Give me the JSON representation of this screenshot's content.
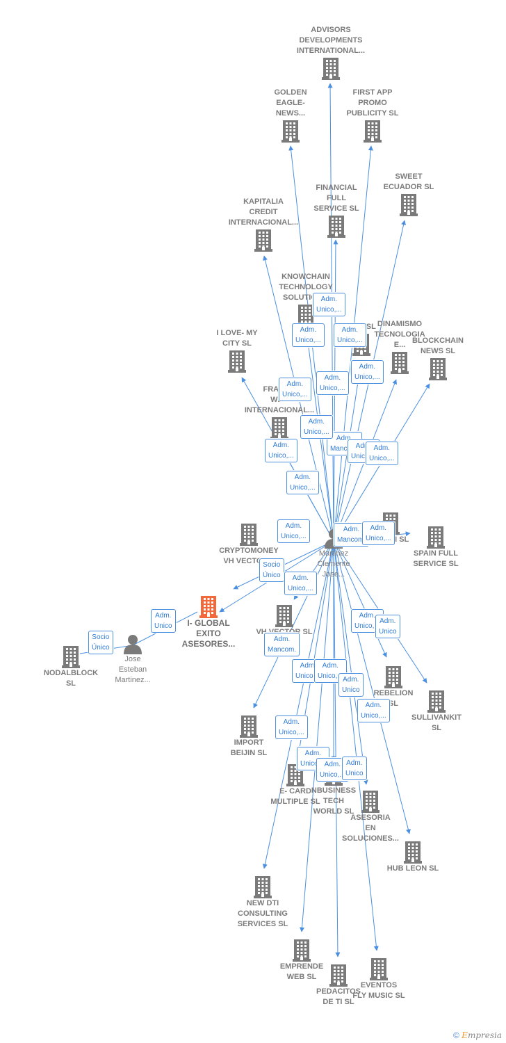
{
  "colors": {
    "edge": "#4a8fe0",
    "building": "#7a7a7a",
    "focus_building": "#f26a3c",
    "person": "#7a7a7a"
  },
  "nodes": [
    {
      "id": "advisors",
      "label": "ADVISORS\nDEVELOPMENTS\nINTERNATIONAL...",
      "kind": "company"
    },
    {
      "id": "golden",
      "label": "GOLDEN\nEAGLE-\nNEWS...",
      "kind": "company"
    },
    {
      "id": "firstapp",
      "label": "FIRST APP\nPROMO\nPUBLICITY SL",
      "kind": "company"
    },
    {
      "id": "sweet",
      "label": "SWEET\nECUADOR SL",
      "kind": "company"
    },
    {
      "id": "financial",
      "label": "FINANCIAL\nFULL\nSERVICE SL",
      "kind": "company"
    },
    {
      "id": "kapitalia",
      "label": "KAPITALIA\nCREDIT\nINTERNACIONAL...",
      "kind": "company"
    },
    {
      "id": "knowchain",
      "label": "KNOWCHAIN\nTECHNOLOGY\nSOLUTION...",
      "kind": "company"
    },
    {
      "id": "n2222",
      "label": "2222 SL",
      "kind": "company"
    },
    {
      "id": "dinamismo",
      "label": "DINAMISMO\nTECNOLOGIA\nE...",
      "kind": "company"
    },
    {
      "id": "blockchain",
      "label": "BLOCKCHAIN\nNEWS SL",
      "kind": "company"
    },
    {
      "id": "ilove",
      "label": "I LOVE- MY\nCITY SL",
      "kind": "company"
    },
    {
      "id": "franco",
      "label": "FRANCO\nWEB\nINTERNACIONAL...",
      "kind": "company"
    },
    {
      "id": "cryptomoney",
      "label": "CRYPTOMONEY\nVH VECTOR...",
      "kind": "company"
    },
    {
      "id": "beijin",
      "label": "BEIJIN SL",
      "kind": "company"
    },
    {
      "id": "spainfull",
      "label": "SPAIN FULL\nSERVICE SL",
      "kind": "company"
    },
    {
      "id": "iglobal",
      "label": "I- GLOBAL\nEXITO\nASESORES...",
      "kind": "focus"
    },
    {
      "id": "vhvector",
      "label": "VH VECTOR SL",
      "kind": "company"
    },
    {
      "id": "nodalblock",
      "label": "NODALBLOCK\nSL",
      "kind": "company"
    },
    {
      "id": "jose",
      "label": "Jose\nEsteban\nMartinez...",
      "kind": "person"
    },
    {
      "id": "martinez",
      "label": "Martinez\nClemente\nJose...",
      "kind": "person"
    },
    {
      "id": "rebelion",
      "label": "REBELION\nSL",
      "kind": "company"
    },
    {
      "id": "sullivankit",
      "label": "SULLIVANKIT\nSL",
      "kind": "company"
    },
    {
      "id": "import",
      "label": "IMPORT\nBEIJIN SL",
      "kind": "company"
    },
    {
      "id": "ecard",
      "label": "E- CARD\nMULTIPLE SL",
      "kind": "company"
    },
    {
      "id": "nbusiness",
      "label": "NBUSINESS\nTECH\nWORLD SL",
      "kind": "company"
    },
    {
      "id": "asesoria",
      "label": "ASESORIA\nEN\nSOLUCIONES...",
      "kind": "company"
    },
    {
      "id": "hubleon",
      "label": "HUB LEON SL",
      "kind": "company"
    },
    {
      "id": "newdti",
      "label": "NEW DTI\nCONSULTING\nSERVICES SL",
      "kind": "company"
    },
    {
      "id": "emprende",
      "label": "EMPRENDE\nWEB SL",
      "kind": "company"
    },
    {
      "id": "pedacitos",
      "label": "PEDACITOS\nDE TI SL",
      "kind": "company"
    },
    {
      "id": "eventos",
      "label": "EVENTOS\nFLY MUSIC SL",
      "kind": "company"
    }
  ],
  "relationships": [
    {
      "from": "martinez",
      "to": "advisors",
      "label": "Adm.\nUnico,..."
    },
    {
      "from": "martinez",
      "to": "golden",
      "label": "Adm.\nUnico,..."
    },
    {
      "from": "martinez",
      "to": "firstapp",
      "label": "Adm.\nUnico,..."
    },
    {
      "from": "martinez",
      "to": "sweet",
      "label": "Adm.\nUnico,..."
    },
    {
      "from": "martinez",
      "to": "financial",
      "label": "Adm.\nUnico,..."
    },
    {
      "from": "martinez",
      "to": "kapitalia",
      "label": "Adm.\nUnico,..."
    },
    {
      "from": "martinez",
      "to": "knowchain",
      "label": "Adm.\nUnico,..."
    },
    {
      "from": "martinez",
      "to": "n2222",
      "label": "Adm.\nMancom."
    },
    {
      "from": "martinez",
      "to": "dinamismo",
      "label": "Adm.\nUnico,..."
    },
    {
      "from": "martinez",
      "to": "blockchain",
      "label": "Adm.\nUnico,..."
    },
    {
      "from": "martinez",
      "to": "ilove",
      "label": "Adm.\nUnico,..."
    },
    {
      "from": "martinez",
      "to": "franco",
      "label": "Adm.\nUnico,..."
    },
    {
      "from": "martinez",
      "to": "cryptomoney",
      "label": "Adm.\nUnico,..."
    },
    {
      "from": "martinez",
      "to": "beijin",
      "label": "Adm.\nMancom."
    },
    {
      "from": "martinez",
      "to": "spainfull",
      "label": "Adm.\nUnico,..."
    },
    {
      "from": "martinez",
      "to": "iglobal",
      "label": "Socio\nÚnico"
    },
    {
      "from": "martinez",
      "to": "vhvector",
      "label": "Adm.\nUnico,..."
    },
    {
      "from": "martinez",
      "to": "rebelion",
      "label": "Adm.\nUnico,..."
    },
    {
      "from": "martinez",
      "to": "sullivankit",
      "label": "Adm.\nUnico"
    },
    {
      "from": "martinez",
      "to": "import",
      "label": "Adm.\nMancom."
    },
    {
      "from": "martinez",
      "to": "ecard",
      "label": "Adm.\nUnico,..."
    },
    {
      "from": "martinez",
      "to": "nbusiness",
      "label": "Adm.\nUnico,..."
    },
    {
      "from": "martinez",
      "to": "asesoria",
      "label": "Adm.\nUnico"
    },
    {
      "from": "martinez",
      "to": "hubleon",
      "label": "Adm.\nUnico,..."
    },
    {
      "from": "martinez",
      "to": "newdti",
      "label": "Adm.\nUnico,..."
    },
    {
      "from": "martinez",
      "to": "emprende",
      "label": "Adm.\nUnico,..."
    },
    {
      "from": "martinez",
      "to": "pedacitos",
      "label": "Adm.\nUnico,..."
    },
    {
      "from": "martinez",
      "to": "eventos",
      "label": "Adm.\nUnico"
    },
    {
      "from": "jose",
      "to": "iglobal",
      "label": "Adm.\nUnico"
    },
    {
      "from": "jose",
      "to": "nodalblock",
      "label": "Socio\nÚnico"
    }
  ],
  "footer": {
    "copyright": "©",
    "brand_first": "E",
    "brand_rest": "mpresia"
  }
}
